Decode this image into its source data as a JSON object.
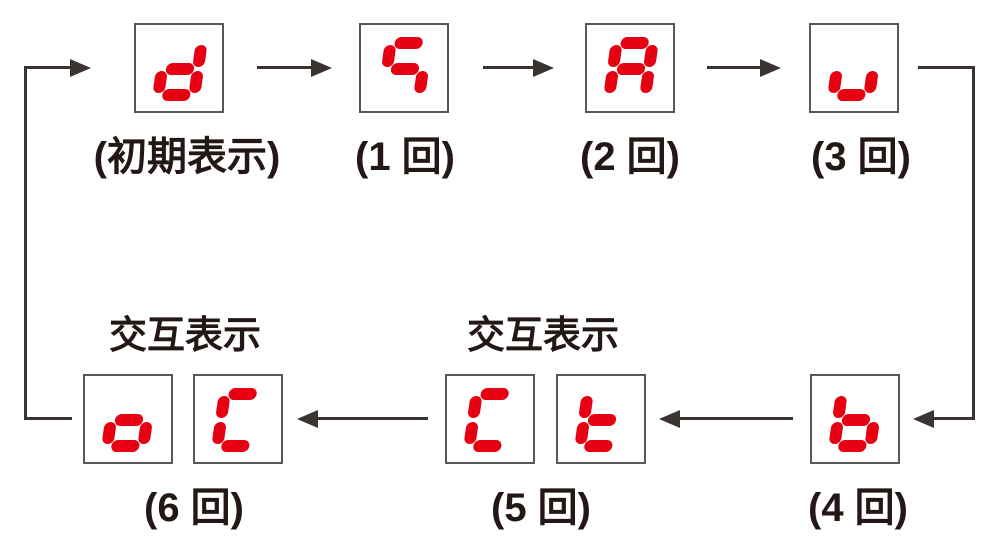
{
  "colors": {
    "background": "#ffffff",
    "segment_red": "#e60012",
    "text": "#231815",
    "line": "#3a3331",
    "box_border": "#595757"
  },
  "diagram": {
    "type": "cyclic-flow",
    "description_visible": "seven-segment display state cycle",
    "alternating_label": "交互表示"
  },
  "steps": [
    {
      "id": "initial",
      "label": "(初期表示)",
      "displays": [
        {
          "char": "d",
          "segments": [
            "b",
            "c",
            "d",
            "e",
            "g"
          ]
        }
      ]
    },
    {
      "id": "step1",
      "label": "(1 回)",
      "displays": [
        {
          "char": "5",
          "segments": [
            "a",
            "f",
            "g",
            "c"
          ]
        }
      ]
    },
    {
      "id": "step2",
      "label": "(2 回)",
      "displays": [
        {
          "char": "A",
          "segments": [
            "a",
            "b",
            "c",
            "e",
            "f",
            "g"
          ]
        }
      ]
    },
    {
      "id": "step3",
      "label": "(3 回)",
      "displays": [
        {
          "char": "u",
          "segments": [
            "c",
            "d",
            "e"
          ]
        }
      ]
    },
    {
      "id": "step4",
      "label": "(4 回)",
      "displays": [
        {
          "char": "b",
          "segments": [
            "c",
            "d",
            "e",
            "f",
            "g"
          ]
        }
      ]
    },
    {
      "id": "step5",
      "label": "(5 回)",
      "sub_label": "交互表示",
      "displays": [
        {
          "char": "C",
          "segments": [
            "a",
            "d",
            "e",
            "f"
          ]
        },
        {
          "char": "t",
          "segments": [
            "d",
            "e",
            "f",
            "g"
          ]
        }
      ]
    },
    {
      "id": "step6",
      "label": "(6 回)",
      "sub_label": "交互表示",
      "displays": [
        {
          "char": "o",
          "segments": [
            "c",
            "d",
            "e",
            "g"
          ]
        },
        {
          "char": "C",
          "segments": [
            "a",
            "d",
            "e",
            "f"
          ]
        }
      ]
    }
  ],
  "flow_order": [
    "initial",
    "step1",
    "step2",
    "step3",
    "step4",
    "step5",
    "step6",
    "initial"
  ]
}
